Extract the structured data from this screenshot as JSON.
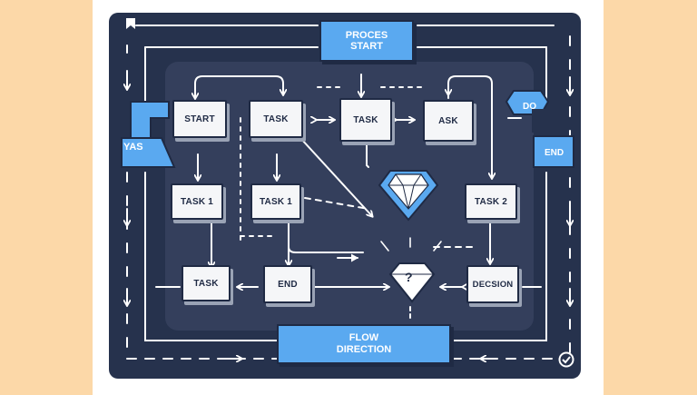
{
  "nodes": {
    "process_start": "PROCES START",
    "start": "START",
    "task_top": "TASK",
    "task_mid": "TASK",
    "ask": "ASK",
    "do": "DO",
    "end_right": "END",
    "yas": "YAS",
    "task1_left": "TASK 1",
    "task1_mid": "TASK 1",
    "task2": "TASK 2",
    "task_bottom": "TASK",
    "end_bottom": "END",
    "decision": "DECSION",
    "question": "?",
    "flow_direction": "FLOW DIRECTION"
  },
  "colors": {
    "background": "#fcd8a8",
    "panel_outer": "#26324d",
    "panel_inner": "#343f5c",
    "accent_blue": "#5aa9f0",
    "node_fill": "#f5f6f8",
    "line": "#ffffff"
  },
  "icons": [
    "bookmark-icon",
    "check-circle-icon",
    "diamond-gem-icon",
    "question-diamond-icon"
  ]
}
